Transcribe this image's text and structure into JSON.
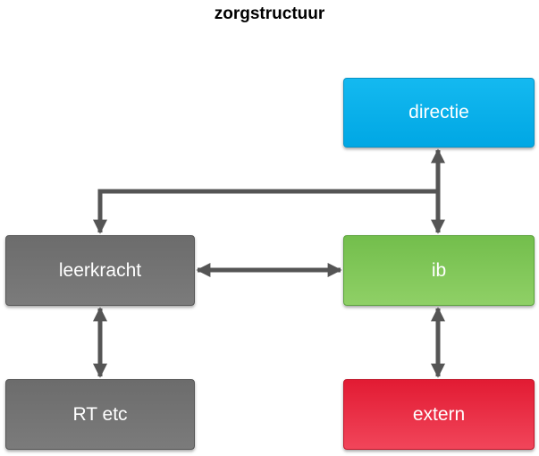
{
  "title": "zorgstructuur",
  "nodes": {
    "directie": "directie",
    "ib": "ib",
    "leerkracht": "leerkracht",
    "rt": "RT etc",
    "extern": "extern"
  },
  "colors": {
    "directie": "#00a7e4",
    "ib": "#7cc455",
    "leerkracht": "#707070",
    "rt": "#707070",
    "extern": "#e8283f",
    "connector": "#555555"
  }
}
